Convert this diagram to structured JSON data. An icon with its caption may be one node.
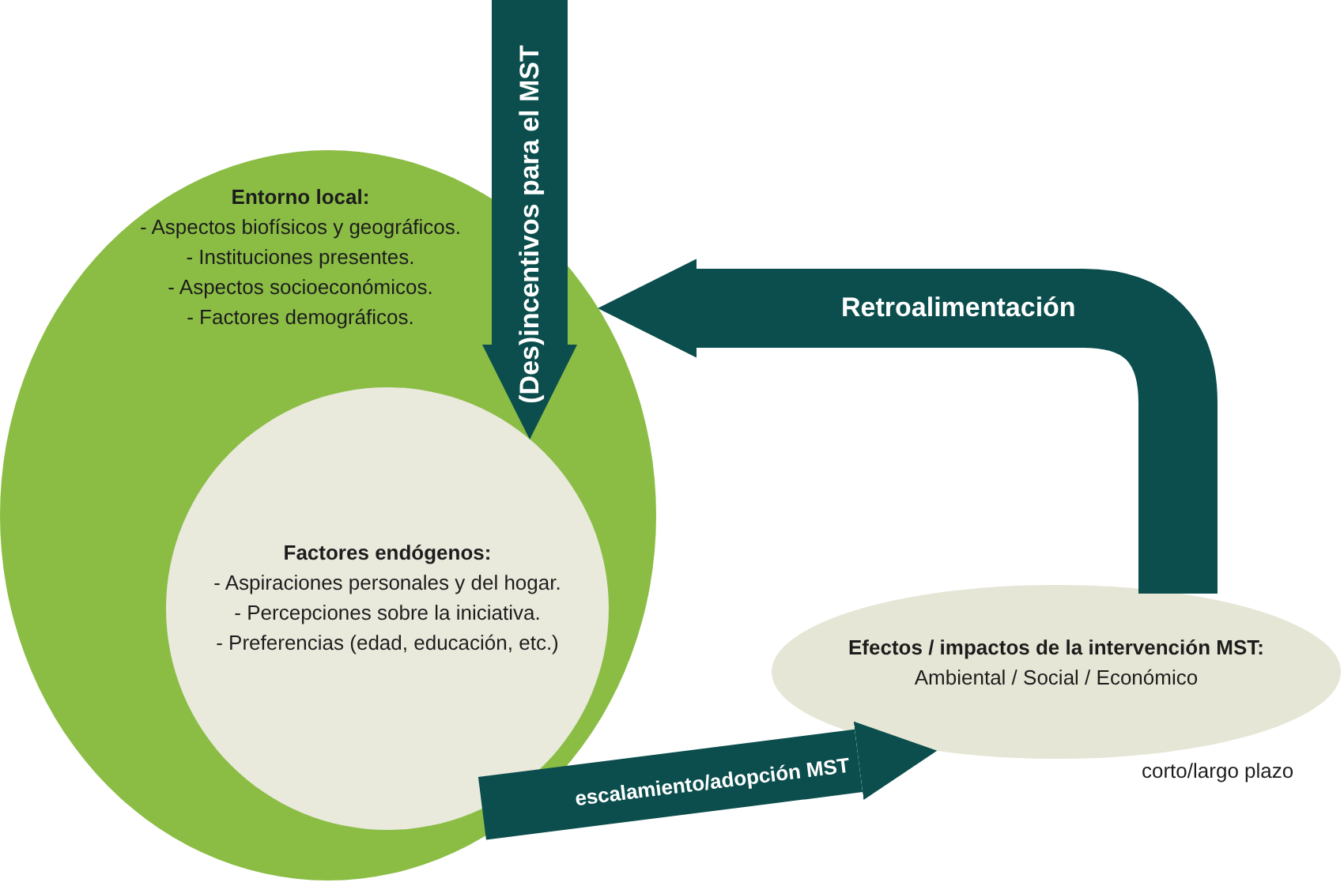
{
  "diagram": {
    "nodes": [
      {
        "text": [
          "Entorno local:",
          "- Aspectos biofísicos y geográficos.",
          "- Instituciones presentes.",
          "- Aspectos socioeconómicos.",
          "- Factores demográficos."
        ]
      },
      {
        "text": [
          "Factores endógenos:",
          "- Aspiraciones personales y del hogar.",
          "- Percepciones sobre la iniciativa.",
          "- Preferencias (edad, educación, etc.)"
        ],
        "in": 0
      },
      {
        "text": [
          "Efectos / impactos de la intervención MST:",
          "Ambiental / Social / Económico"
        ],
        "beside": [
          "corto/largo plazo"
        ]
      }
    ],
    "edges": [
      {
        "from": null,
        "to": 1,
        "arrow": "to",
        "label": "(Des)incentivos para el MST"
      },
      {
        "from": 2,
        "to": 0,
        "arrow": "to",
        "label": "Retroalimentación"
      },
      {
        "from": 1,
        "to": 2,
        "arrow": "to",
        "label": "escalamiento/adopción MST"
      }
    ]
  }
}
